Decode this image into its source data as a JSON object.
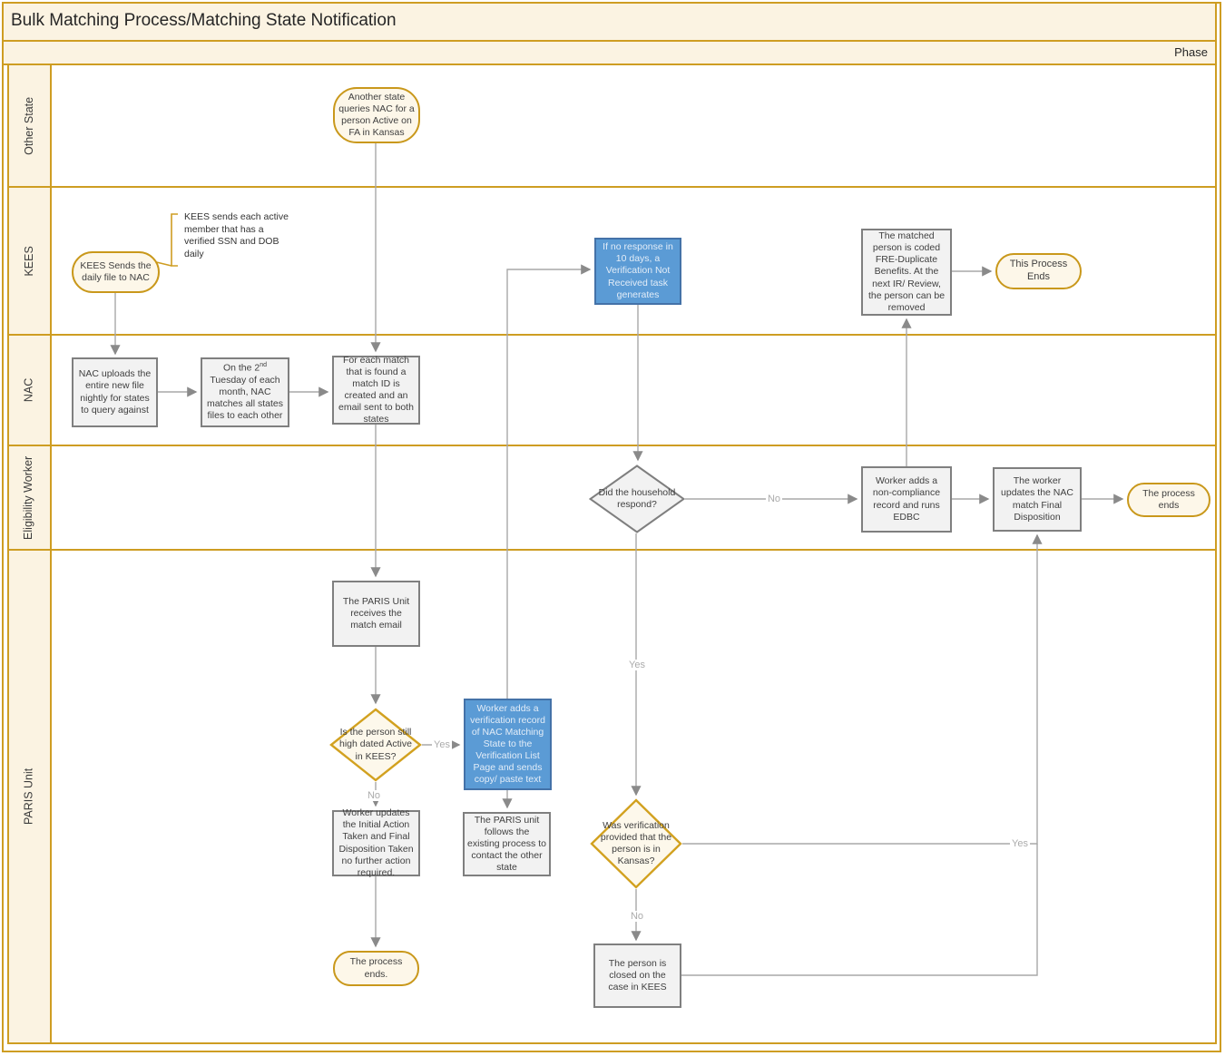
{
  "title": "Bulk Matching Process/Matching State Notification",
  "phase_label": "Phase",
  "lanes": [
    {
      "label": "Other State"
    },
    {
      "label": "KEES"
    },
    {
      "label": "NAC"
    },
    {
      "label": "Eligibility Worker"
    },
    {
      "label": "PARIS Unit"
    }
  ],
  "colors": {
    "frame_gold": "#CE9D22",
    "band_cream": "#FBF3E2",
    "process_fill": "#F2F2F2",
    "process_border": "#7F7F7F",
    "highlight_fill": "#5B9BD5",
    "highlight_border": "#4472A8",
    "connector_gray": "#A8A8A8"
  },
  "nodes": {
    "other_state_query": {
      "text": "Another state queries NAC for a person Active on FA in Kansas"
    },
    "kees_daily": {
      "text": "KEES Sends the daily file to NAC"
    },
    "kees_annotation": {
      "text": "KEES sends each active member that has a verified SSN and DOB daily"
    },
    "no_response": {
      "text": "If no response in 10 days, a Verification Not Received task generates"
    },
    "matched_person": {
      "text": "The matched person is coded FRE-Duplicate Benefits. At the next IR/ Review, the person can be removed"
    },
    "process_ends_kees": {
      "text": "This Process Ends"
    },
    "nac_upload": {
      "text": "NAC uploads the entire new file nightly for states to query against"
    },
    "nac_match": {
      "pre": "On the 2",
      "sup": "nd",
      "post": " Tuesday of each month, NAC matches all states files to each other"
    },
    "match_id": {
      "text": "For each match that is found a match ID is created and an email sent to both states"
    },
    "household_respond": {
      "text": "Did the household respond?"
    },
    "noncompliance": {
      "text": "Worker adds a non-compliance record and runs EDBC"
    },
    "worker_updates_final": {
      "text": "The worker updates the NAC match Final Disposition"
    },
    "process_ends_ew": {
      "text": "The process ends"
    },
    "paris_receives": {
      "text": "The PARIS Unit receives the match email"
    },
    "high_dated": {
      "text": "Is the person still high dated Active in KEES?"
    },
    "verif_record": {
      "text": "Worker adds a verification record of NAC Matching State to the Verification List Page and sends copy/ paste text"
    },
    "worker_updates_initial": {
      "text": "Worker updates the Initial Action Taken and Final Disposition Taken no further action required."
    },
    "paris_follows": {
      "text": "The PARIS unit follows the existing process to contact the other state"
    },
    "kansas_verif": {
      "text": "Was verification provided that the person is in Kansas?"
    },
    "process_ends_paris": {
      "text": "The process ends."
    },
    "person_closed": {
      "text": "The person is closed on the case in KEES"
    }
  },
  "edge_labels": {
    "high_dated_yes": "Yes",
    "high_dated_no": "No",
    "household_no": "No",
    "household_yes": "Yes",
    "kansas_no": "No",
    "kansas_yes": "Yes"
  }
}
